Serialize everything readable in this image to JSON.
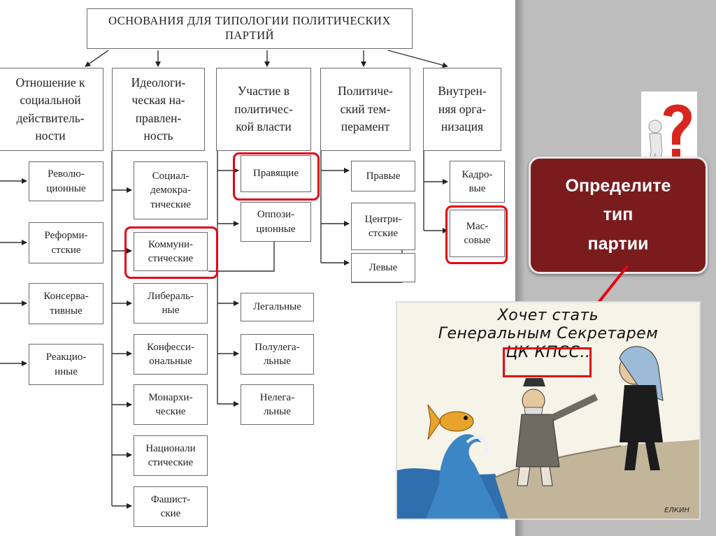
{
  "diagram": {
    "title": "ОСНОВАНИЯ ДЛЯ ТИПОЛОГИИ ПОЛИТИЧЕСКИХ\nПАРТИЙ",
    "categories": [
      {
        "label": "Отношение к\nсоциальной\nдействитель-\nности",
        "items": [
          "Револю-\nционные",
          "Реформи-\nстские",
          "Консерва-\nтивные",
          "Реакцио-\nнные"
        ]
      },
      {
        "label": "Идеологи-\nческая на-\nправлен-\nность",
        "items": [
          "Социал-\nдемокра-\nтические",
          "Коммуни-\nстические",
          "Либераль-\nные",
          "Конфесси-\nональные",
          "Монархи-\nческие",
          "Национали\nстические",
          "Фашист-\nские"
        ]
      },
      {
        "label": "Участие в\nполитичес-\nкой власти",
        "items": [
          "Правящие",
          "Оппози-\nционные",
          "Легальные",
          "Полулега-\nльные",
          "Нелега-\nльные"
        ]
      },
      {
        "label": "Политиче-\nский тем-\nперамент",
        "items": [
          "Правые",
          "Центри-\nстские",
          "Левые"
        ]
      },
      {
        "label": "Внутрен-\nняя орга-\nнизация",
        "items": [
          "Кадро-\nвые",
          "Мас-\nсовые"
        ]
      }
    ],
    "highlighted": [
      "Правящие",
      "Коммуни-\nстические",
      "Мас-\nсовые"
    ],
    "highlight_color": "#e30613"
  },
  "callout": {
    "text": "Определите\nтип\nпартии",
    "background": "#7a1c1e",
    "icon": "question-mark-figure-icon"
  },
  "cartoon": {
    "caption": "Хочет стать\nГенеральным Секретарем\nЦК КПСС..",
    "highlighted_word": "КПСС..",
    "signature": "ЕЛКИН"
  }
}
